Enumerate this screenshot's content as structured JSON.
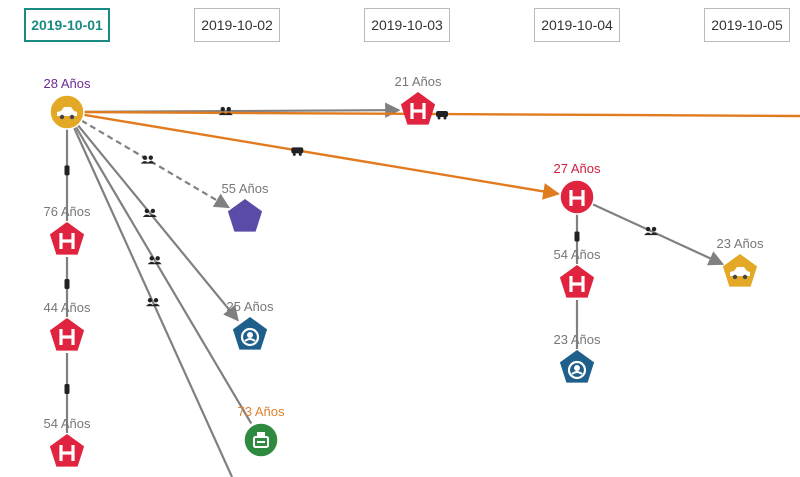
{
  "timeline": {
    "dates": [
      "2019-10-01",
      "2019-10-02",
      "2019-10-03",
      "2019-10-04",
      "2019-10-05"
    ],
    "active_index": 0
  },
  "colors": {
    "active_tab": "#1a8a84",
    "hospital": "#e0233f",
    "car": "#e3a825",
    "baby": "#1f5f8b",
    "unknown": "#5a4ba8",
    "cashier": "#2d8a3e",
    "edge_gray": "#808080",
    "edge_orange": "#e07b1f",
    "label_gray": "#777777",
    "label_purple": "#6b2c91",
    "label_red": "#d21e3c",
    "label_orange": "#e0822f"
  },
  "nodes": [
    {
      "id": "n28",
      "label": "28 Años",
      "icon": "car-icon",
      "shape": "circle",
      "color": "car",
      "label_color": "label_purple"
    },
    {
      "id": "n21",
      "label": "21 Años",
      "icon": "hospital-icon",
      "shape": "pentagon",
      "color": "hospital",
      "label_color": "label_gray"
    },
    {
      "id": "n27",
      "label": "27 Años",
      "icon": "hospital-icon",
      "shape": "circle",
      "color": "hospital",
      "label_color": "label_red"
    },
    {
      "id": "n23a",
      "label": "23 Años",
      "icon": "car-icon",
      "shape": "pentagon",
      "color": "car",
      "label_color": "label_gray"
    },
    {
      "id": "n54b",
      "label": "54 Años",
      "icon": "hospital-icon",
      "shape": "pentagon",
      "color": "hospital",
      "label_color": "label_gray"
    },
    {
      "id": "n23b",
      "label": "23 Años",
      "icon": "baby-icon",
      "shape": "pentagon",
      "color": "baby",
      "label_color": "label_gray"
    },
    {
      "id": "n55",
      "label": "55 Años",
      "icon": "none",
      "shape": "pentagon",
      "color": "unknown",
      "label_color": "label_gray"
    },
    {
      "id": "n76",
      "label": "76 Años",
      "icon": "hospital-icon",
      "shape": "pentagon",
      "color": "hospital",
      "label_color": "label_gray"
    },
    {
      "id": "n44",
      "label": "44 Años",
      "icon": "hospital-icon",
      "shape": "pentagon",
      "color": "hospital",
      "label_color": "label_gray"
    },
    {
      "id": "n54a",
      "label": "54 Años",
      "icon": "hospital-icon",
      "shape": "pentagon",
      "color": "hospital",
      "label_color": "label_gray"
    },
    {
      "id": "n25",
      "label": "25 Años",
      "icon": "baby-icon",
      "shape": "pentagon",
      "color": "baby",
      "label_color": "label_gray"
    },
    {
      "id": "n73",
      "label": "73 Años",
      "icon": "cashier-icon",
      "shape": "circle",
      "color": "cashier",
      "label_color": "label_orange"
    }
  ],
  "edges": [
    {
      "from": "n28",
      "to": "n21",
      "color": "edge_gray",
      "style": "solid",
      "arrow": true,
      "icon": "group-icon"
    },
    {
      "from": "n28",
      "to": "offscreen-right",
      "color": "edge_orange",
      "style": "solid",
      "arrow": false,
      "icon": "transport-icon"
    },
    {
      "from": "n28",
      "to": "n27",
      "color": "edge_orange",
      "style": "solid",
      "arrow": true,
      "icon": "transport-icon"
    },
    {
      "from": "n28",
      "to": "n55",
      "color": "edge_gray",
      "style": "dashed",
      "arrow": true,
      "icon": "group-icon"
    },
    {
      "from": "n28",
      "to": "n76",
      "color": "edge_gray",
      "style": "solid",
      "arrow": false,
      "icon": "person-icon"
    },
    {
      "from": "n76",
      "to": "n44",
      "color": "edge_gray",
      "style": "solid",
      "arrow": false,
      "icon": "person-icon"
    },
    {
      "from": "n44",
      "to": "n54a",
      "color": "edge_gray",
      "style": "solid",
      "arrow": false,
      "icon": "person-icon"
    },
    {
      "from": "n28",
      "to": "n25",
      "color": "edge_gray",
      "style": "solid",
      "arrow": true,
      "icon": "group-icon"
    },
    {
      "from": "n28",
      "to": "n73",
      "color": "edge_gray",
      "style": "solid",
      "arrow": false,
      "icon": "group-icon"
    },
    {
      "from": "n28",
      "to": "offscreen-bottom",
      "color": "edge_gray",
      "style": "solid",
      "arrow": false,
      "icon": "group-icon"
    },
    {
      "from": "n27",
      "to": "n23a",
      "color": "edge_gray",
      "style": "solid",
      "arrow": true,
      "icon": "group-icon"
    },
    {
      "from": "n27",
      "to": "n54b",
      "color": "edge_gray",
      "style": "solid",
      "arrow": false,
      "icon": "person-icon"
    },
    {
      "from": "n54b",
      "to": "n23b",
      "color": "edge_gray",
      "style": "solid",
      "arrow": false,
      "icon": "none"
    }
  ]
}
